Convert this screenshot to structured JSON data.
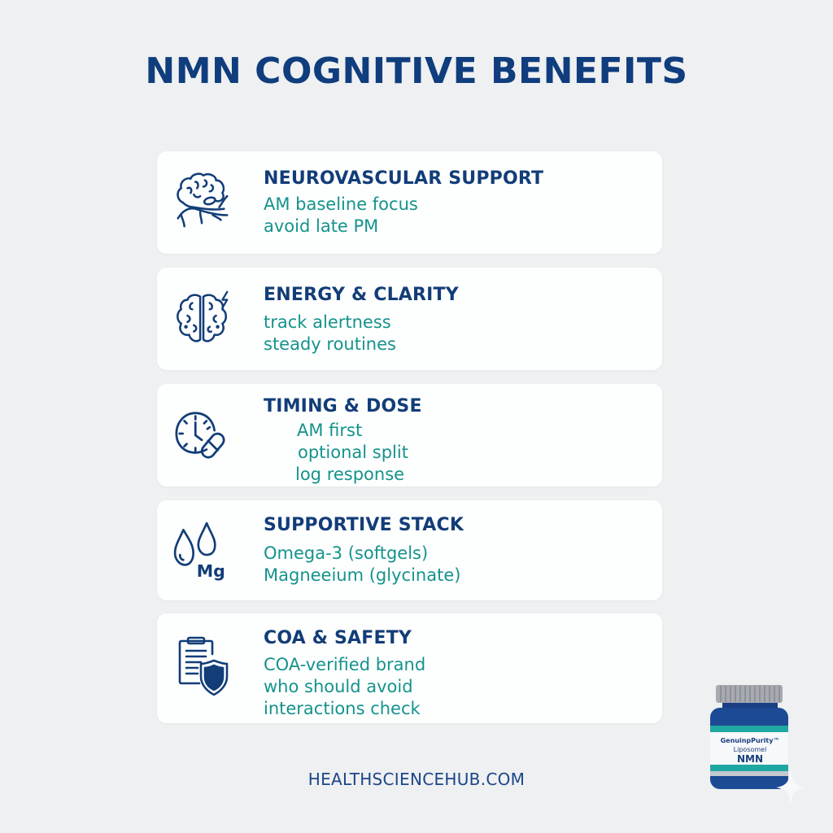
{
  "header": {
    "title": "NMN COGNITIVE BENEFITS"
  },
  "colors": {
    "background": "#eef0f1",
    "title": "#0f3d7d",
    "heading": "#123d78",
    "body_text": "#15938c",
    "card": "#fdfefe",
    "accent_teal": "#1ba39c"
  },
  "cards": [
    {
      "icon": "brain-vessels-icon",
      "heading": "NEUROVASCULAR SUPPORT",
      "lines": [
        "AM baseline focus",
        "avoid late PM"
      ]
    },
    {
      "icon": "brain-lightning-icon",
      "heading": "ENERGY & CLARITY",
      "lines": [
        "track alertness",
        "steady routines"
      ]
    },
    {
      "icon": "clock-pill-icon",
      "heading": "TIMING & DOSE",
      "lines": [
        "AM first",
        "optional split",
        "log response"
      ]
    },
    {
      "icon": "drops-magnesium-icon",
      "icon_text": "Mg",
      "heading": "SUPPORTIVE STACK",
      "lines": [
        "Omega-3 (softgels)",
        "Magneeium (glycinate)"
      ]
    },
    {
      "icon": "clipboard-shield-icon",
      "heading": "COA & SAFETY",
      "lines": [
        "COA-verified brand",
        "who should avoid",
        "interactions check"
      ]
    }
  ],
  "footer": {
    "website": "HEALTHSCIENCEHUB.COM"
  },
  "product": {
    "brand_line": "GenuinpPurity™",
    "sub_line": "Liposomel",
    "name": "NMN"
  }
}
